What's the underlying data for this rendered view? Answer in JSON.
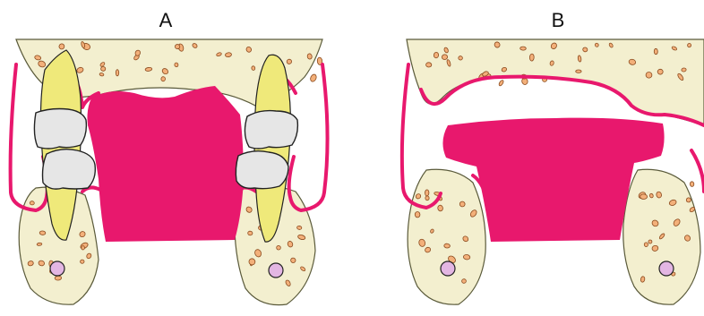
{
  "panels": [
    {
      "label": "A"
    },
    {
      "label": "B"
    }
  ],
  "colors": {
    "soft_tissue": "#e8186d",
    "bone_fill": "#f3efcf",
    "bone_outline": "#5a5a3a",
    "trabecula_fill": "#f3b07a",
    "trabecula_outline": "#8a4a1e",
    "canal_fill": "#e3b6e3",
    "root_fill": "#efe97a",
    "crown_fill": "#e6e6e6",
    "outline": "#222222",
    "background": "#ffffff"
  },
  "icons": {
    "tooth": "tooth-icon",
    "bone": "alveolar-bone-shape",
    "mass": "pink-tissue-mass"
  }
}
